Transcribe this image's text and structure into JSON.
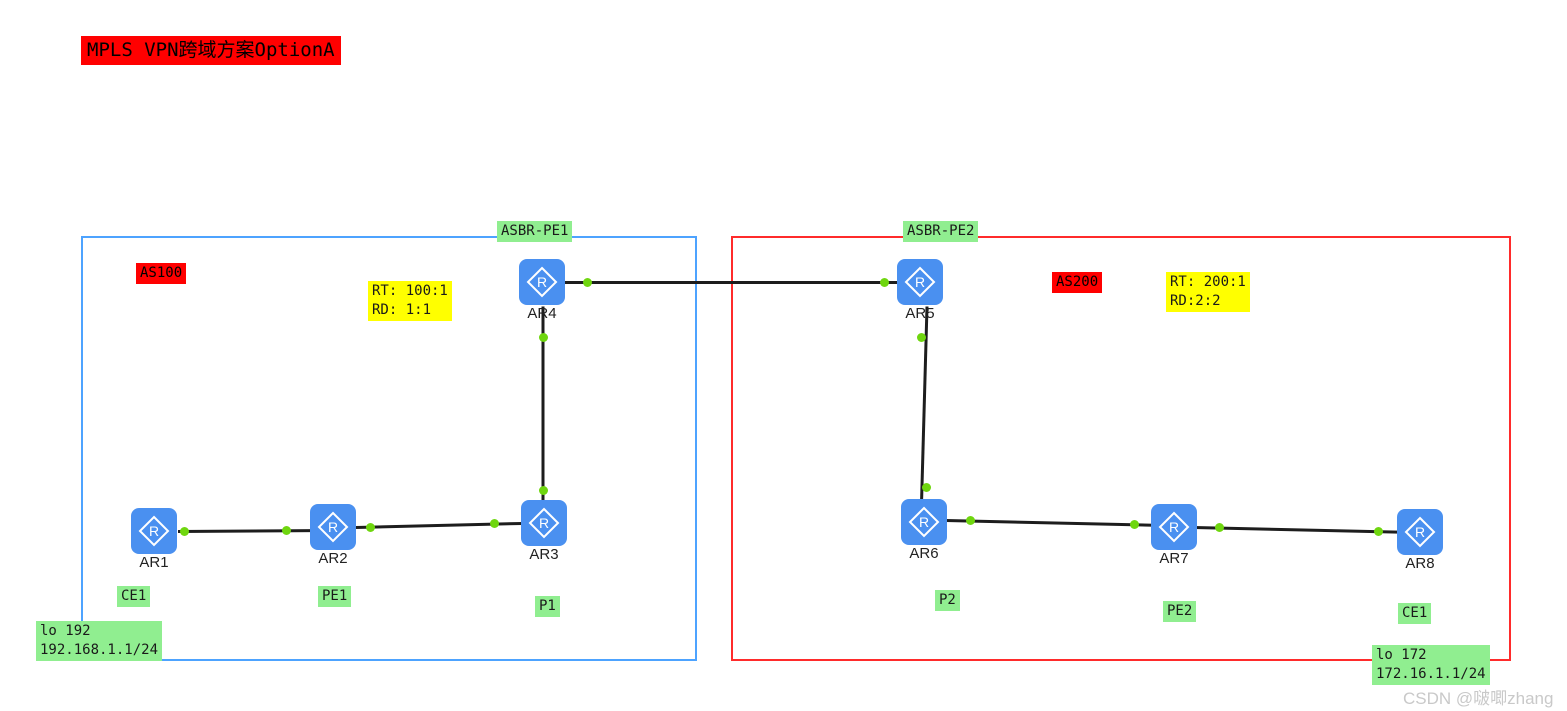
{
  "title": {
    "text": "MPLS VPN跨域方案OptionA",
    "bg": "#ff0000",
    "fg": "#000000"
  },
  "regions": [
    {
      "name": "AS100",
      "border_color": "#4da3ff",
      "label": "AS100",
      "label_bg": "#ff0000"
    },
    {
      "name": "AS200",
      "border_color": "#ff2b2b",
      "label": "AS200",
      "label_bg": "#ff0000"
    }
  ],
  "vpn_attributes": [
    {
      "rt": "RT: 100:1",
      "rd": "RD: 1:1",
      "bg": "#ffff00"
    },
    {
      "rt": "RT: 200:1",
      "rd": "RD:2:2",
      "bg": "#ffff00"
    }
  ],
  "role_labels": [
    {
      "text": "ASBR-PE1"
    },
    {
      "text": "ASBR-PE2"
    },
    {
      "text": "CE1"
    },
    {
      "text": "PE1"
    },
    {
      "text": "P1"
    },
    {
      "text": "P2"
    },
    {
      "text": "PE2"
    },
    {
      "text": "CE1"
    }
  ],
  "loopbacks": [
    {
      "line1": "lo 192",
      "line2": "192.168.1.1/24"
    },
    {
      "line1": "lo 172",
      "line2": "172.16.1.1/24"
    }
  ],
  "nodes": [
    {
      "id": "AR1",
      "label": "AR1",
      "icon": "router-icon"
    },
    {
      "id": "AR2",
      "label": "AR2",
      "icon": "router-icon"
    },
    {
      "id": "AR3",
      "label": "AR3",
      "icon": "router-icon"
    },
    {
      "id": "AR4",
      "label": "AR4",
      "icon": "router-icon"
    },
    {
      "id": "AR5",
      "label": "AR5",
      "icon": "router-icon"
    },
    {
      "id": "AR6",
      "label": "AR6",
      "icon": "router-icon"
    },
    {
      "id": "AR7",
      "label": "AR7",
      "icon": "router-icon"
    },
    {
      "id": "AR8",
      "label": "AR8",
      "icon": "router-icon"
    }
  ],
  "links": [
    {
      "from": "AR1",
      "to": "AR2"
    },
    {
      "from": "AR2",
      "to": "AR3"
    },
    {
      "from": "AR3",
      "to": "AR4"
    },
    {
      "from": "AR4",
      "to": "AR5"
    },
    {
      "from": "AR5",
      "to": "AR6"
    },
    {
      "from": "AR6",
      "to": "AR7"
    },
    {
      "from": "AR7",
      "to": "AR8"
    }
  ],
  "watermark": {
    "text": "CSDN @啵唧zhang"
  }
}
